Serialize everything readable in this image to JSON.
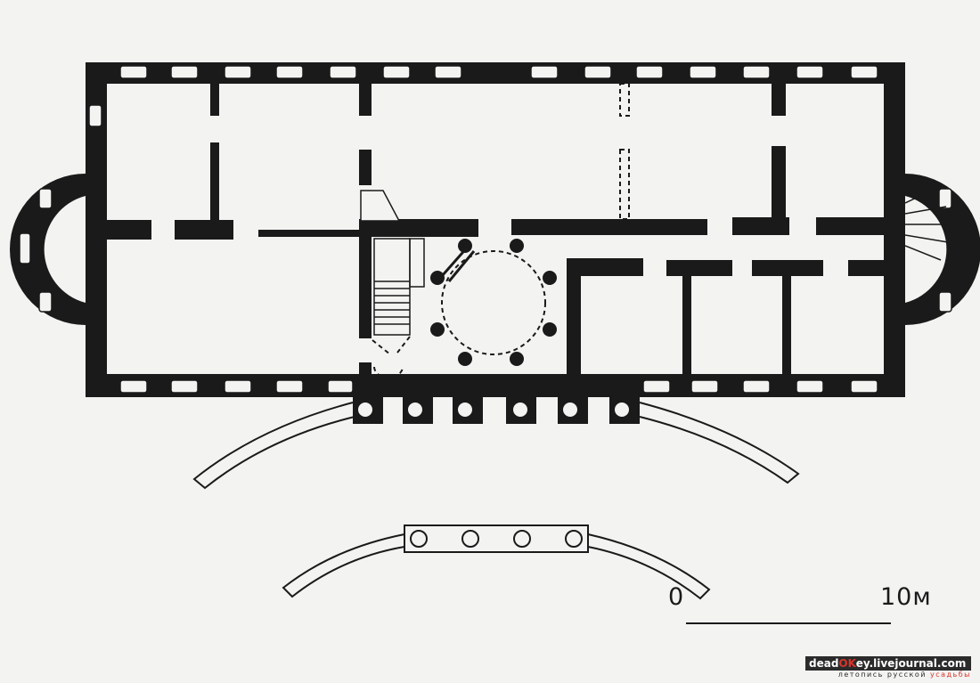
{
  "scale_bar": {
    "start_label": "0",
    "end_label": "10м"
  },
  "watermark": {
    "site_prefix": "dead",
    "site_highlight": "OK",
    "site_suffix": "ey.livejournal.com",
    "tagline_prefix": "летопись русской",
    "tagline_accent": "усадьбы"
  },
  "colors": {
    "ink": "#1a1a1a",
    "paper": "#f3f3f1",
    "accent": "#d9342b"
  }
}
